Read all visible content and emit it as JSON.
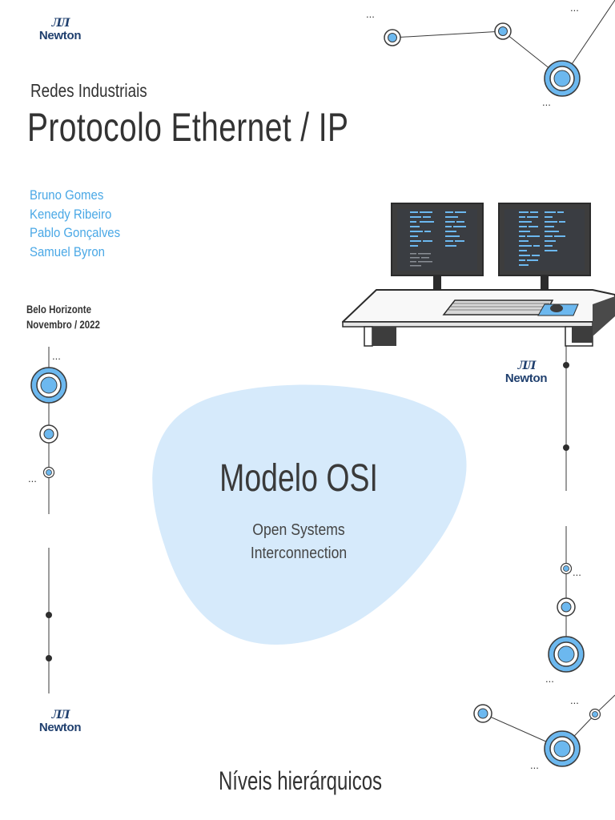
{
  "logos": [
    {
      "mark": "𝑁𝑁",
      "word": "Newton"
    }
  ],
  "header": {
    "subtitle": "Redes Industriais",
    "title": "Protocolo Ethernet / IP"
  },
  "authors": [
    "Bruno Gomes",
    "Kenedy Ribeiro",
    "Pablo Gonçalves",
    "Samuel Byron"
  ],
  "place": {
    "city": "Belo Horizonte",
    "date": "Novembro / 2022"
  },
  "osi": {
    "title": "Modelo OSI",
    "subtitle_line1": "Open Systems",
    "subtitle_line2": "Interconnection"
  },
  "footer": {
    "text": "Níveis hierárquicos"
  },
  "decor": {
    "ellipsis": "...",
    "accent_color": "#6cb8ef",
    "blob_color": "#d6eafb",
    "line_color": "#3a3a3a"
  }
}
